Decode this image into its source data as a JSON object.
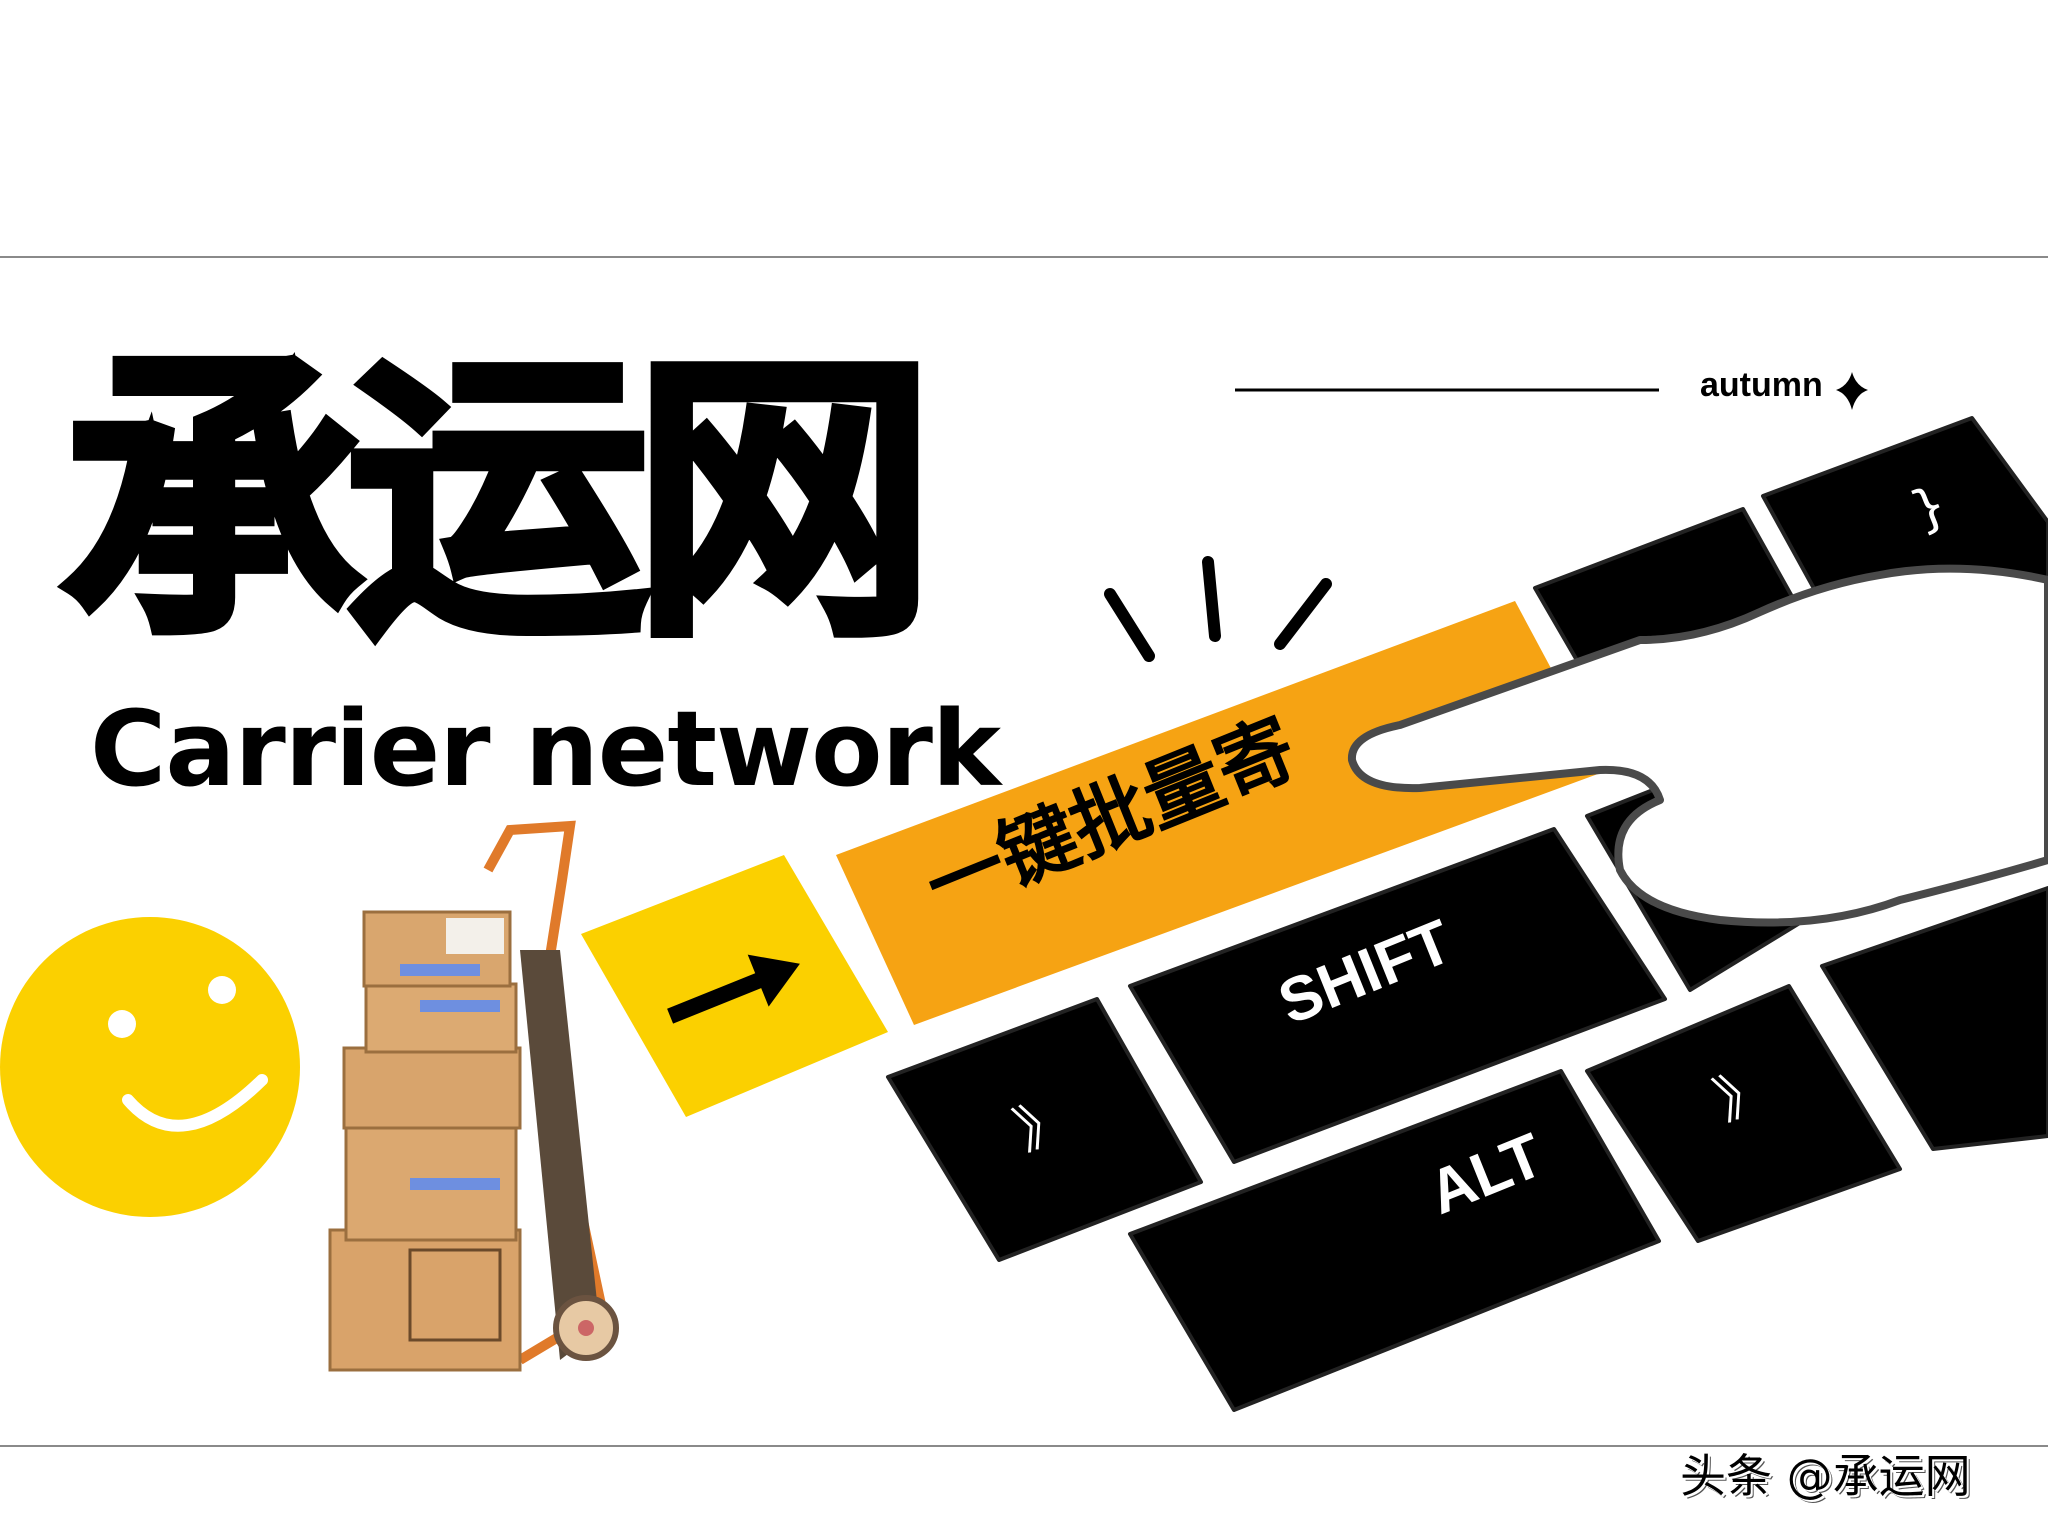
{
  "title": "承运网",
  "subtitle": "Carrier network",
  "tag": "autumn",
  "keys": {
    "action_label": "一键批量寄",
    "shift_label": "SHIFT",
    "alt_label": "ALT",
    "chevron_label": "》",
    "brace_label": "}"
  },
  "watermark": "头条 @承运网",
  "colors": {
    "orange_key": "#F6A313",
    "yellow_key": "#FBD000",
    "smiley": "#FBD000",
    "key_black": "#000000"
  }
}
